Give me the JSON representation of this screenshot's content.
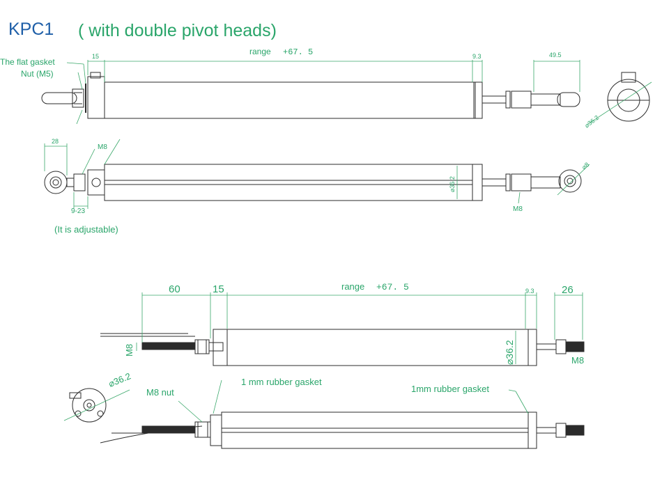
{
  "title": {
    "model": "KPC1",
    "subtitle": "( with double pivot heads)"
  },
  "colors": {
    "model_title": "#1f5fa8",
    "green_text": "#2aa56a",
    "dim_line": "#3aa86a",
    "outline": "#2b2b2b",
    "body_fill": "#ffffff"
  },
  "top_view": {
    "label_flat_gasket": "The flat gasket",
    "label_nut": "Nut (M5)",
    "dim_15": "15",
    "dim_range_word": "range",
    "dim_range_value": "+67. 5",
    "dim_9_3": "9.3",
    "dim_49_5": "49.5",
    "dim_dia": "⌀36.2"
  },
  "side_view": {
    "dim_28": "28",
    "label_m8_left": "M8",
    "label_m8_right": "M8",
    "dim_9_23": "9-23",
    "dim_dia": "⌀36.2",
    "dim_8": "⌀8",
    "note_adjustable": "(It is adjustable)"
  },
  "cable_view": {
    "dim_60": "60",
    "dim_15": "15",
    "dim_range_word": "range",
    "dim_range_value": "+67. 5",
    "dim_9_3": "9.3",
    "dim_26": "26",
    "label_m8_left": "M8",
    "label_m8_right": "M8",
    "dim_dia": "⌀36.2"
  },
  "bottom_view": {
    "dim_dia": "⌀36.2",
    "label_m8_nut": "M8 nut",
    "label_rubber_left": "1 mm rubber  gasket",
    "label_rubber_right": "1mm  rubber gasket"
  }
}
